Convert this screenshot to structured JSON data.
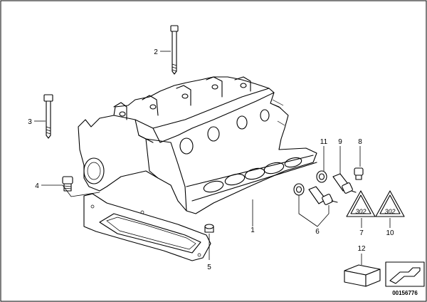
{
  "diagram": {
    "callouts": [
      {
        "id": "c1",
        "label": "1"
      },
      {
        "id": "c2",
        "label": "2"
      },
      {
        "id": "c3",
        "label": "3"
      },
      {
        "id": "c4",
        "label": "4"
      },
      {
        "id": "c5",
        "label": "5"
      },
      {
        "id": "c6",
        "label": "6"
      },
      {
        "id": "c7",
        "label": "7"
      },
      {
        "id": "c8",
        "label": "8"
      },
      {
        "id": "c9",
        "label": "9"
      },
      {
        "id": "c10",
        "label": "10"
      },
      {
        "id": "c11",
        "label": "11"
      },
      {
        "id": "c12",
        "label": "12"
      }
    ],
    "triangle_labels": {
      "left": "302",
      "right": "302"
    },
    "document_number": "00156776"
  }
}
